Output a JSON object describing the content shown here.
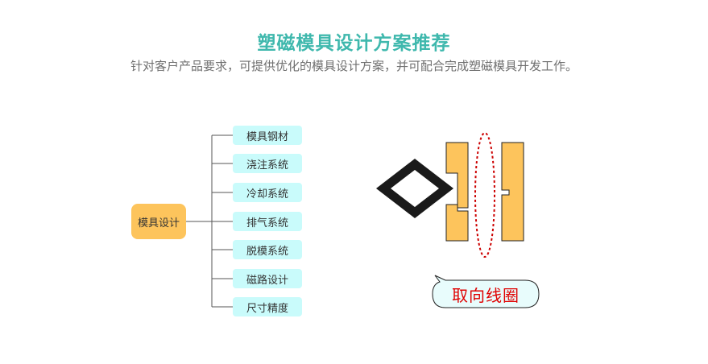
{
  "header": {
    "title": "塑磁模具设计方案推荐",
    "subtitle": "针对客户产品要求，可提供优化的模具设计方案，并可配合完成塑磁模具开发工作。"
  },
  "tree": {
    "root": "模具设计",
    "items": [
      {
        "label": "模具钢材"
      },
      {
        "label": "浇注系统"
      },
      {
        "label": "冷却系统"
      },
      {
        "label": "排气系统"
      },
      {
        "label": "脱模系统"
      },
      {
        "label": "磁路设计"
      },
      {
        "label": "尺寸精度"
      }
    ]
  },
  "mold_diagram": {
    "callout": "取向线圈"
  },
  "colors": {
    "title": "#3fb8ad",
    "root_fill": "#fdc45c",
    "item_fill": "#c9fbfb",
    "mold_fill": "#fdc45c",
    "coil_line": "#cc0000",
    "callout_fill": "#e8fcfc",
    "callout_text": "#e00000"
  }
}
